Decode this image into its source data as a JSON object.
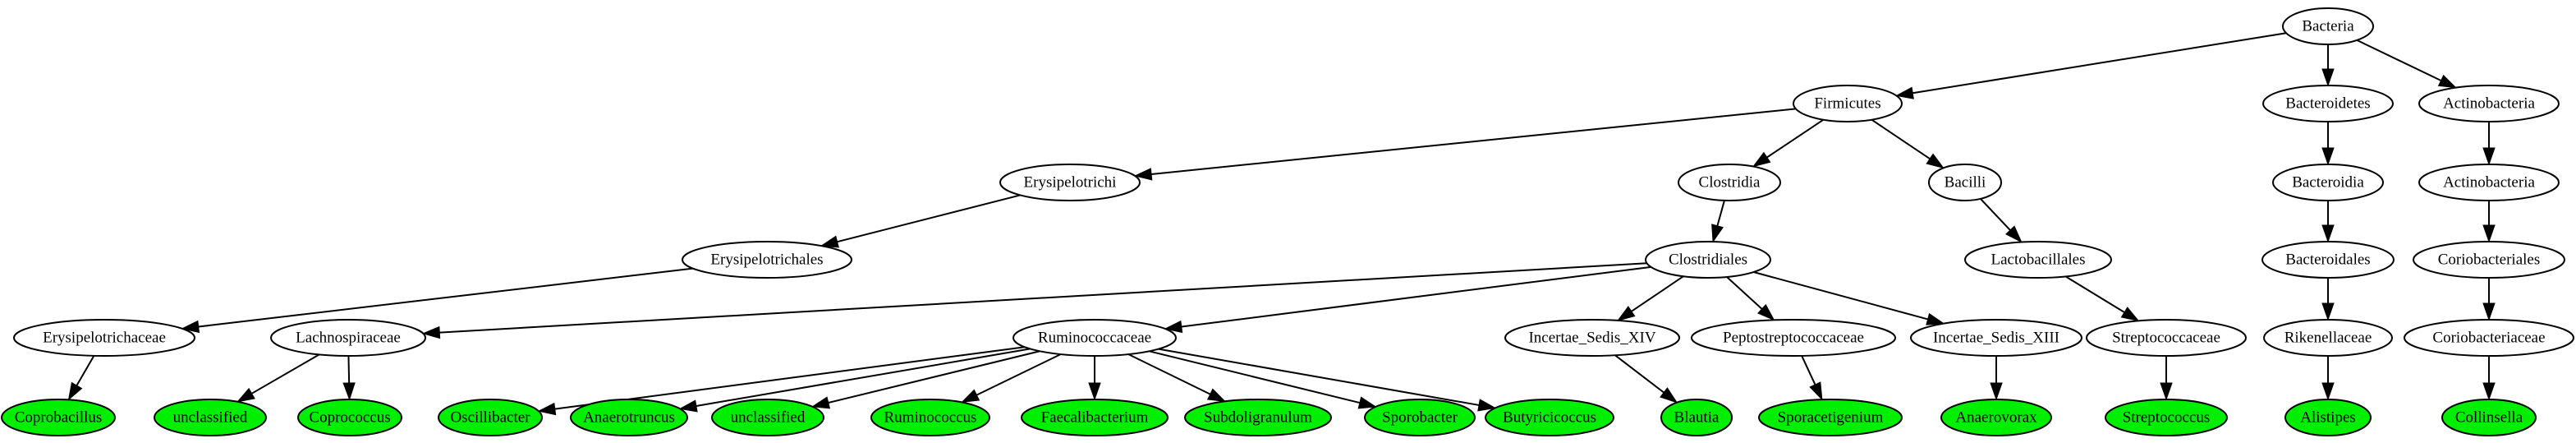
{
  "colors": {
    "leaf_fill": "#00ee00",
    "inner_fill": "#ffffff",
    "stroke": "#000000"
  },
  "nodes": [
    {
      "id": "bacteria",
      "label": "Bacteria",
      "leaf": false
    },
    {
      "id": "firmicutes",
      "label": "Firmicutes",
      "leaf": false
    },
    {
      "id": "bacteroidetes",
      "label": "Bacteroidetes",
      "leaf": false
    },
    {
      "id": "actinobacteria-phylum",
      "label": "Actinobacteria",
      "leaf": false
    },
    {
      "id": "erysipelotrichi",
      "label": "Erysipelotrichi",
      "leaf": false
    },
    {
      "id": "clostridia",
      "label": "Clostridia",
      "leaf": false
    },
    {
      "id": "bacilli",
      "label": "Bacilli",
      "leaf": false
    },
    {
      "id": "bacteroidia",
      "label": "Bacteroidia",
      "leaf": false
    },
    {
      "id": "actinobacteria-class",
      "label": "Actinobacteria",
      "leaf": false
    },
    {
      "id": "erysipelotrichales",
      "label": "Erysipelotrichales",
      "leaf": false
    },
    {
      "id": "clostridiales",
      "label": "Clostridiales",
      "leaf": false
    },
    {
      "id": "lactobacillales",
      "label": "Lactobacillales",
      "leaf": false
    },
    {
      "id": "bacteroidales",
      "label": "Bacteroidales",
      "leaf": false
    },
    {
      "id": "coriobacteriales",
      "label": "Coriobacteriales",
      "leaf": false
    },
    {
      "id": "erysipelotrichaceae",
      "label": "Erysipelotrichaceae",
      "leaf": false
    },
    {
      "id": "lachnospiraceae",
      "label": "Lachnospiraceae",
      "leaf": false
    },
    {
      "id": "ruminococcaceae",
      "label": "Ruminococcaceae",
      "leaf": false
    },
    {
      "id": "incertae-xiv",
      "label": "Incertae_Sedis_XIV",
      "leaf": false
    },
    {
      "id": "peptostreptococcaceae",
      "label": "Peptostreptococcaceae",
      "leaf": false
    },
    {
      "id": "incertae-xiii",
      "label": "Incertae_Sedis_XIII",
      "leaf": false
    },
    {
      "id": "streptococcaceae",
      "label": "Streptococcaceae",
      "leaf": false
    },
    {
      "id": "rikenellaceae",
      "label": "Rikenellaceae",
      "leaf": false
    },
    {
      "id": "coriobacteriaceae",
      "label": "Coriobacteriaceae",
      "leaf": false
    },
    {
      "id": "coprobacillus",
      "label": "Coprobacillus",
      "leaf": true
    },
    {
      "id": "unclassified-lachno",
      "label": "unclassified",
      "leaf": true
    },
    {
      "id": "coprococcus",
      "label": "Coprococcus",
      "leaf": true
    },
    {
      "id": "oscillibacter",
      "label": "Oscillibacter",
      "leaf": true
    },
    {
      "id": "anaerotruncus",
      "label": "Anaerotruncus",
      "leaf": true
    },
    {
      "id": "unclassified-rumino",
      "label": "unclassified",
      "leaf": true
    },
    {
      "id": "ruminococcus",
      "label": "Ruminococcus",
      "leaf": true
    },
    {
      "id": "faecalibacterium",
      "label": "Faecalibacterium",
      "leaf": true
    },
    {
      "id": "subdoligranulum",
      "label": "Subdoligranulum",
      "leaf": true
    },
    {
      "id": "sporobacter",
      "label": "Sporobacter",
      "leaf": true
    },
    {
      "id": "butyricicoccus",
      "label": "Butyricicoccus",
      "leaf": true
    },
    {
      "id": "blautia",
      "label": "Blautia",
      "leaf": true
    },
    {
      "id": "sporacetigenium",
      "label": "Sporacetigenium",
      "leaf": true
    },
    {
      "id": "anaerovorax",
      "label": "Anaerovorax",
      "leaf": true
    },
    {
      "id": "streptococcus",
      "label": "Streptococcus",
      "leaf": true
    },
    {
      "id": "alistipes",
      "label": "Alistipes",
      "leaf": true
    },
    {
      "id": "collinsella",
      "label": "Collinsella",
      "leaf": true
    }
  ],
  "edges": [
    [
      "bacteria",
      "firmicutes"
    ],
    [
      "bacteria",
      "bacteroidetes"
    ],
    [
      "bacteria",
      "actinobacteria-phylum"
    ],
    [
      "firmicutes",
      "erysipelotrichi"
    ],
    [
      "firmicutes",
      "clostridia"
    ],
    [
      "firmicutes",
      "bacilli"
    ],
    [
      "bacteroidetes",
      "bacteroidia"
    ],
    [
      "actinobacteria-phylum",
      "actinobacteria-class"
    ],
    [
      "erysipelotrichi",
      "erysipelotrichales"
    ],
    [
      "clostridia",
      "clostridiales"
    ],
    [
      "bacilli",
      "lactobacillales"
    ],
    [
      "bacteroidia",
      "bacteroidales"
    ],
    [
      "actinobacteria-class",
      "coriobacteriales"
    ],
    [
      "erysipelotrichales",
      "erysipelotrichaceae"
    ],
    [
      "clostridiales",
      "lachnospiraceae"
    ],
    [
      "clostridiales",
      "ruminococcaceae"
    ],
    [
      "clostridiales",
      "incertae-xiv"
    ],
    [
      "clostridiales",
      "peptostreptococcaceae"
    ],
    [
      "clostridiales",
      "incertae-xiii"
    ],
    [
      "lactobacillales",
      "streptococcaceae"
    ],
    [
      "bacteroidales",
      "rikenellaceae"
    ],
    [
      "coriobacteriales",
      "coriobacteriaceae"
    ],
    [
      "erysipelotrichaceae",
      "coprobacillus"
    ],
    [
      "lachnospiraceae",
      "unclassified-lachno"
    ],
    [
      "lachnospiraceae",
      "coprococcus"
    ],
    [
      "ruminococcaceae",
      "oscillibacter"
    ],
    [
      "ruminococcaceae",
      "anaerotruncus"
    ],
    [
      "ruminococcaceae",
      "unclassified-rumino"
    ],
    [
      "ruminococcaceae",
      "ruminococcus"
    ],
    [
      "ruminococcaceae",
      "faecalibacterium"
    ],
    [
      "ruminococcaceae",
      "subdoligranulum"
    ],
    [
      "ruminococcaceae",
      "sporobacter"
    ],
    [
      "ruminococcaceae",
      "butyricicoccus"
    ],
    [
      "incertae-xiv",
      "blautia"
    ],
    [
      "peptostreptococcaceae",
      "sporacetigenium"
    ],
    [
      "incertae-xiii",
      "anaerovorax"
    ],
    [
      "streptococcaceae",
      "streptococcus"
    ],
    [
      "rikenellaceae",
      "alistipes"
    ],
    [
      "coriobacteriaceae",
      "collinsella"
    ]
  ]
}
